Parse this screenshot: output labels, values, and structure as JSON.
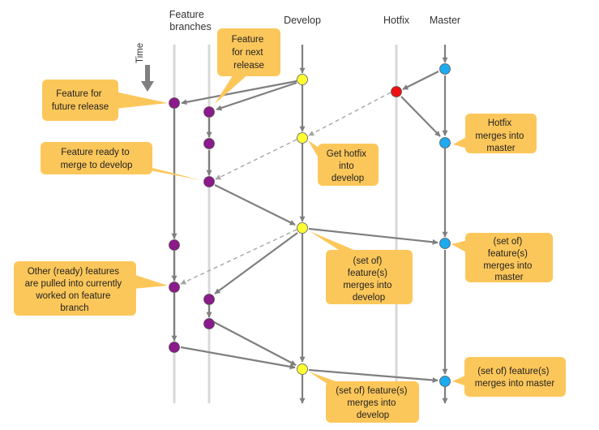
{
  "columns": {
    "feature_branches": [
      "Feature",
      "branches"
    ],
    "develop": "Develop",
    "hotfix": "Hotfix",
    "master": "Master"
  },
  "time_label": "Time",
  "callouts": {
    "feature_next_release": [
      "Feature",
      "for next",
      "release"
    ],
    "feature_future_release": [
      "Feature for",
      "future release"
    ],
    "feature_ready": [
      "Feature ready to",
      "merge to develop"
    ],
    "hotfix_merges_master": [
      "Hotfix",
      "merges into",
      "master"
    ],
    "get_hotfix_develop": [
      "Get hotfix",
      "into",
      "develop"
    ],
    "other_features_pulled": [
      "Other (ready) features",
      "are pulled into currently",
      "worked on feature",
      "branch"
    ],
    "set_features_develop_1": [
      "(set of)",
      "feature(s)",
      "merges into",
      "develop"
    ],
    "set_features_master_1": [
      "(set of)",
      "feature(s)",
      "merges into",
      "master"
    ],
    "set_features_develop_2": [
      "(set of) feature(s)",
      "merges into",
      "develop"
    ],
    "set_features_master_2": [
      "(set of) feature(s)",
      "merges into master"
    ]
  },
  "colors": {
    "develop_commit": "#ffff33",
    "master_commit": "#1eaaee",
    "hotfix_commit": "#ee1111",
    "feature_commit": "#8b1a8b",
    "callout_fill": "#fcc75a",
    "arrow": "#7f7f7f",
    "lane": "#d8d8d8"
  }
}
